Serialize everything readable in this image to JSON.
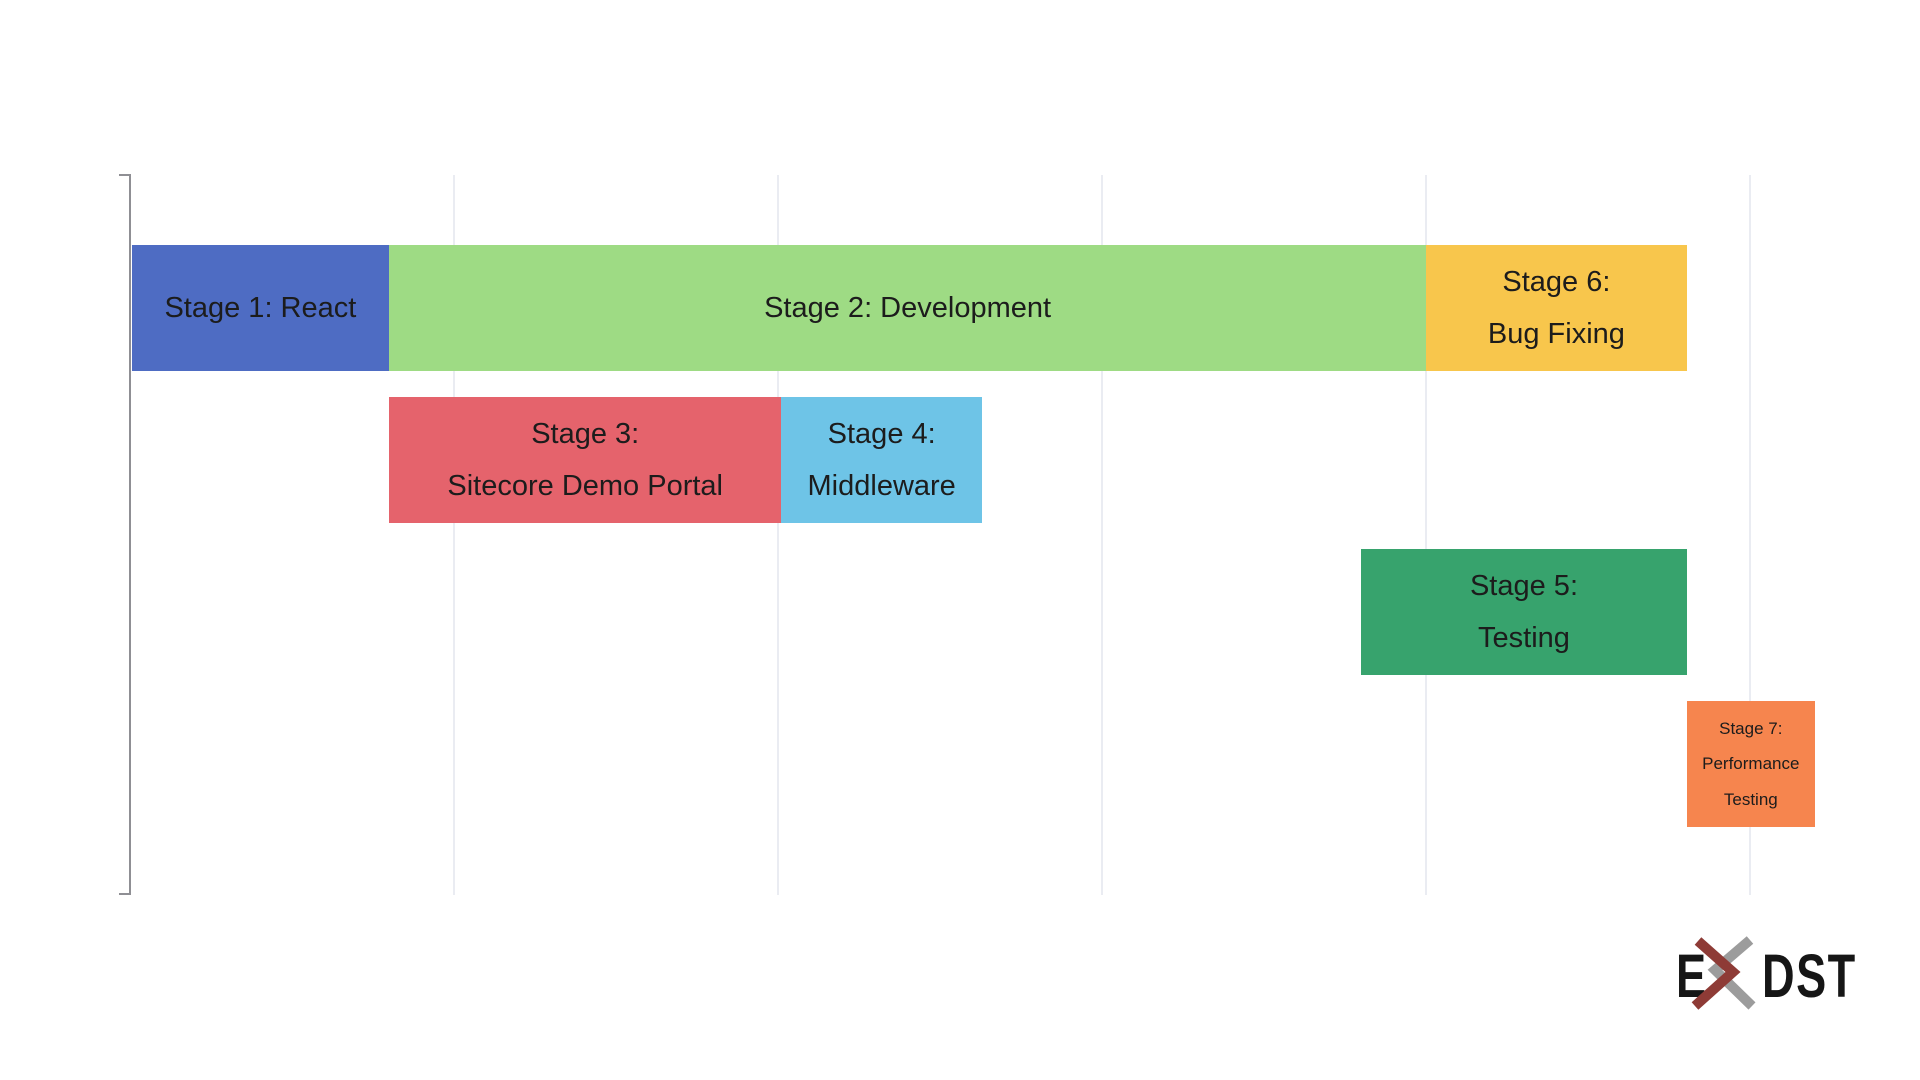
{
  "page": {
    "background": "#ffffff",
    "text_color": "#1c1c1c"
  },
  "logo": {
    "text": "EXDST",
    "left": "E",
    "right": "DST",
    "letter_color": "#161616",
    "red_chevron_color": "#8e3b36",
    "gray_chevron_color": "#9c9c9c"
  },
  "chart_data": {
    "type": "gantt",
    "title": "",
    "orientation": "horizontal",
    "grid": true,
    "legend_position": "none",
    "background": "#ffffff",
    "axis_color": "#8f8f94",
    "gridline_color": "#eaecf2",
    "x_axis": {
      "label": "",
      "tick_labels": [],
      "unit_range": [
        0,
        5.5
      ],
      "gridlines_at_units": [
        1,
        2,
        3,
        4,
        5
      ]
    },
    "y_axis": {
      "label": "",
      "tick_labels": [],
      "rows": 4
    },
    "bars": [
      {
        "id": "stage-1",
        "label_lines": [
          "Stage 1: React"
        ],
        "row": 0,
        "start": 0.005,
        "end": 0.8,
        "color": "#4e6cc3",
        "font_px": 29
      },
      {
        "id": "stage-2",
        "label_lines": [
          "Stage 2: Development"
        ],
        "row": 0,
        "start": 0.8,
        "end": 4.0,
        "color": "#9edb84",
        "font_px": 29
      },
      {
        "id": "stage-6",
        "label_lines": [
          "Stage 6:",
          "Bug Fixing"
        ],
        "row": 0,
        "start": 4.0,
        "end": 4.805,
        "color": "#f8c64c",
        "font_px": 29
      },
      {
        "id": "stage-3",
        "label_lines": [
          "Stage 3:",
          "Sitecore Demo Portal"
        ],
        "row": 1,
        "start": 0.8,
        "end": 2.01,
        "color": "#e5636c",
        "font_px": 29
      },
      {
        "id": "stage-4",
        "label_lines": [
          "Stage 4:",
          "Middleware"
        ],
        "row": 1,
        "start": 2.01,
        "end": 2.63,
        "color": "#6ec4e7",
        "font_px": 29
      },
      {
        "id": "stage-5",
        "label_lines": [
          "Stage 5:",
          "Testing"
        ],
        "row": 2,
        "start": 3.8,
        "end": 4.805,
        "color": "#37a36d",
        "font_px": 29
      },
      {
        "id": "stage-7",
        "label_lines": [
          "Stage 7:",
          "Performance",
          "Testing"
        ],
        "row": 3,
        "start": 4.805,
        "end": 5.2,
        "color": "#f6854e",
        "font_px": 17
      }
    ]
  }
}
